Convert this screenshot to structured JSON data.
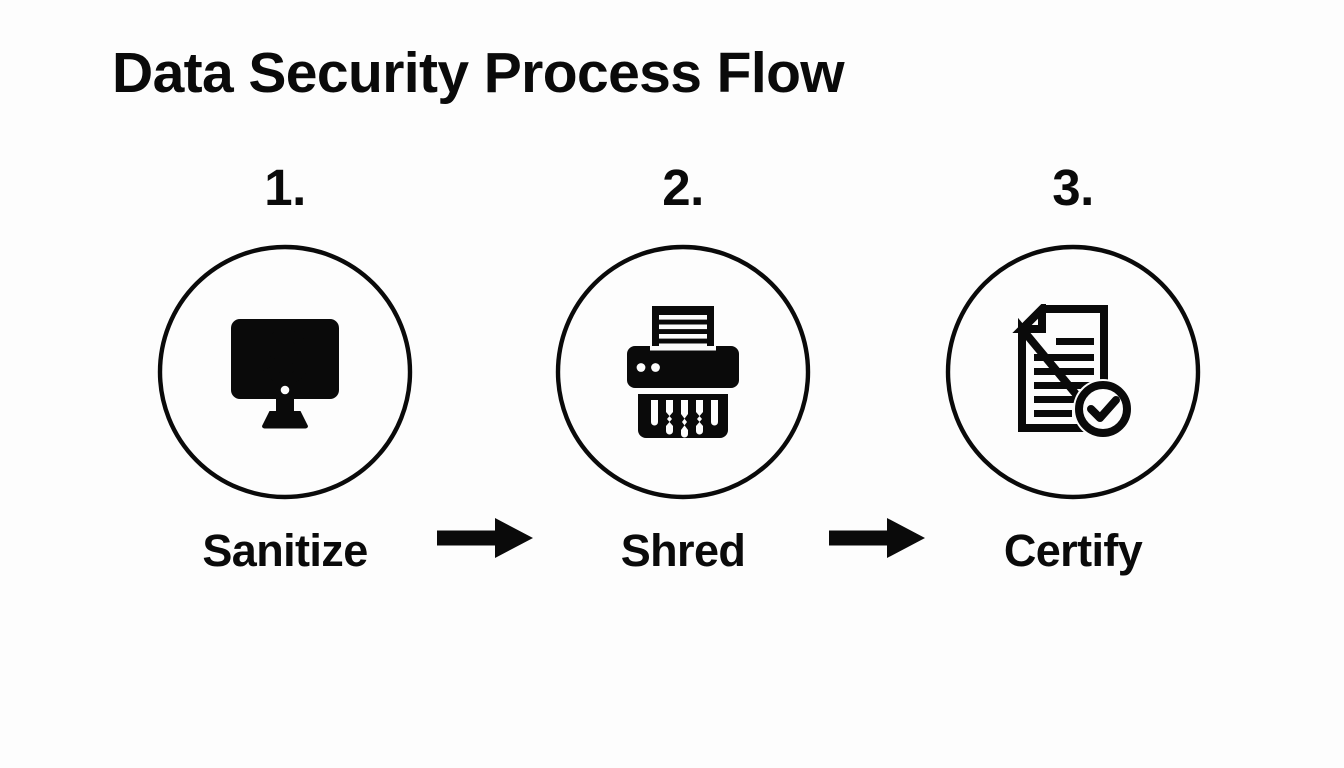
{
  "page": {
    "title": "Data Security Process Flow",
    "background_color": "#fdfdfd",
    "ink_color": "#0a0a0a"
  },
  "flow": {
    "arrow_icon_name": "right-arrow-icon",
    "steps": [
      {
        "number": "1.",
        "label": "Sanitize",
        "icon": "monitor-sanitize-icon"
      },
      {
        "number": "2.",
        "label": "Shred",
        "icon": "paper-shredder-icon"
      },
      {
        "number": "3.",
        "label": "Certify",
        "icon": "certificate-check-icon"
      }
    ],
    "arrows": [
      {
        "name": "arrow-step1-to-step2"
      },
      {
        "name": "arrow-step2-to-step3"
      }
    ]
  }
}
